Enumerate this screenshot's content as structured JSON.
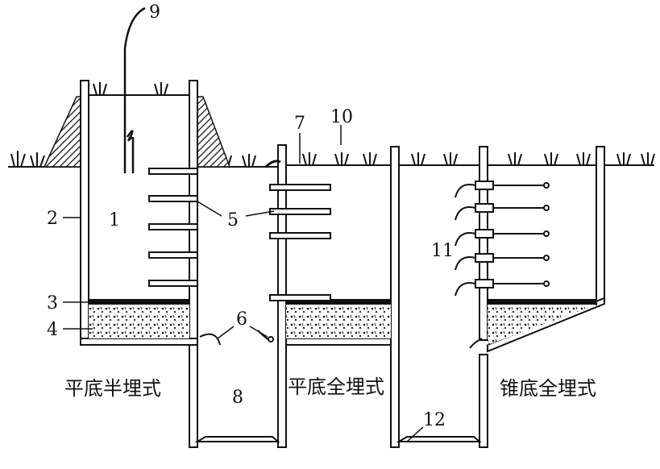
{
  "numbers": {
    "n1": "1",
    "n2": "2",
    "n3": "3",
    "n4": "4",
    "n5a": "5",
    "n5b": "5",
    "n6": "6",
    "n7": "7",
    "n8": "8",
    "n9": "9",
    "n10": "10",
    "n11": "11",
    "n12": "12"
  },
  "captions": {
    "left": "平底半埋式",
    "middle": "平底全埋式",
    "right": "锥底全埋式"
  },
  "colors": {
    "ink": "#111111",
    "paper": "#ffffff"
  }
}
